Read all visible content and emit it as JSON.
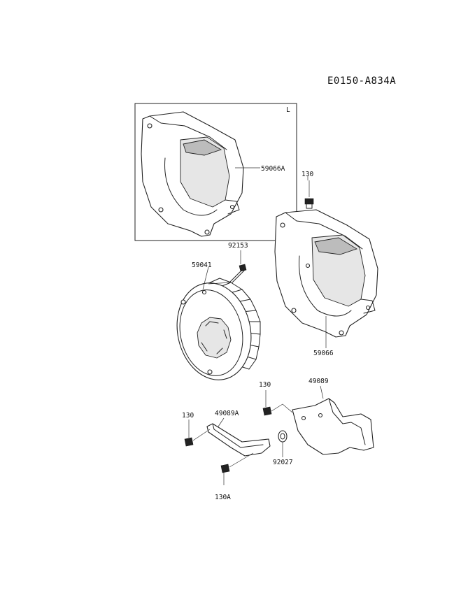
{
  "diagram_code": "E0150-A834A",
  "inset_label": "L",
  "callouts": {
    "p59066A": "59066A",
    "p130_top": "130",
    "p92153": "92153",
    "p59041": "59041",
    "p59066": "59066",
    "p130_mid": "130",
    "p49089": "49089",
    "p130_left": "130",
    "p49089A": "49089A",
    "p92027": "92027",
    "p130A": "130A"
  }
}
